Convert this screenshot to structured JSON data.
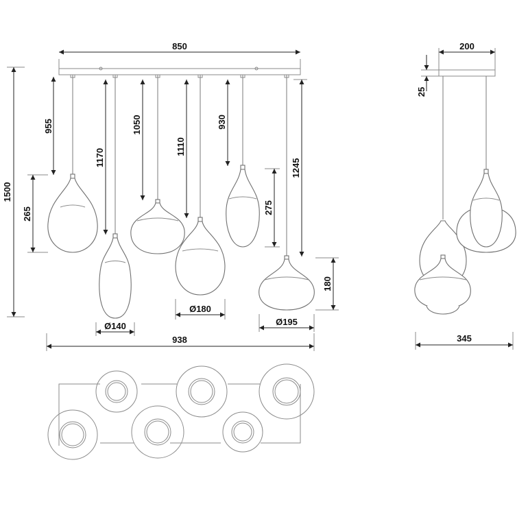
{
  "dimensions": {
    "width_bar": "850",
    "side_width": "200",
    "canopy_height": "25",
    "total_height": "1500",
    "total_width": "938",
    "side_depth": "345",
    "cord_1": "955",
    "cord_2": "1170",
    "cord_3": "1050",
    "cord_4": "1110",
    "cord_5": "930",
    "cord_6": "1245",
    "shade_1_height": "265",
    "shade_5_height": "275",
    "shade_6_height": "180",
    "diameter_small": "Ø140",
    "diameter_medium": "Ø180",
    "diameter_large": "Ø195"
  }
}
